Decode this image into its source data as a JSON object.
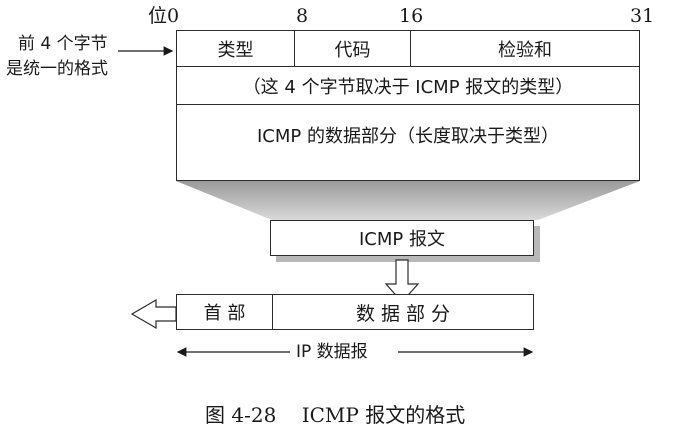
{
  "bit_labels": {
    "pos_prefix": "位",
    "b0": "0",
    "b8": "8",
    "b16": "16",
    "b31": "31"
  },
  "side_note": {
    "line1": "前 4 个字节",
    "line2": "是统一的格式"
  },
  "header_fields": {
    "type": "类型",
    "code": "代码",
    "checksum": "检验和"
  },
  "row2_text": "（这 4 个字节取决于 ICMP 报文的类型）",
  "data_part_text": "ICMP 的数据部分（长度取决于类型）",
  "icmp_message_label": "ICMP 报文",
  "ip_datagram": {
    "header_label": "首 部",
    "data_label": "数 据 部 分",
    "span_label": "IP 数据报"
  },
  "caption": "图 4-28    ICMP 报文的格式"
}
